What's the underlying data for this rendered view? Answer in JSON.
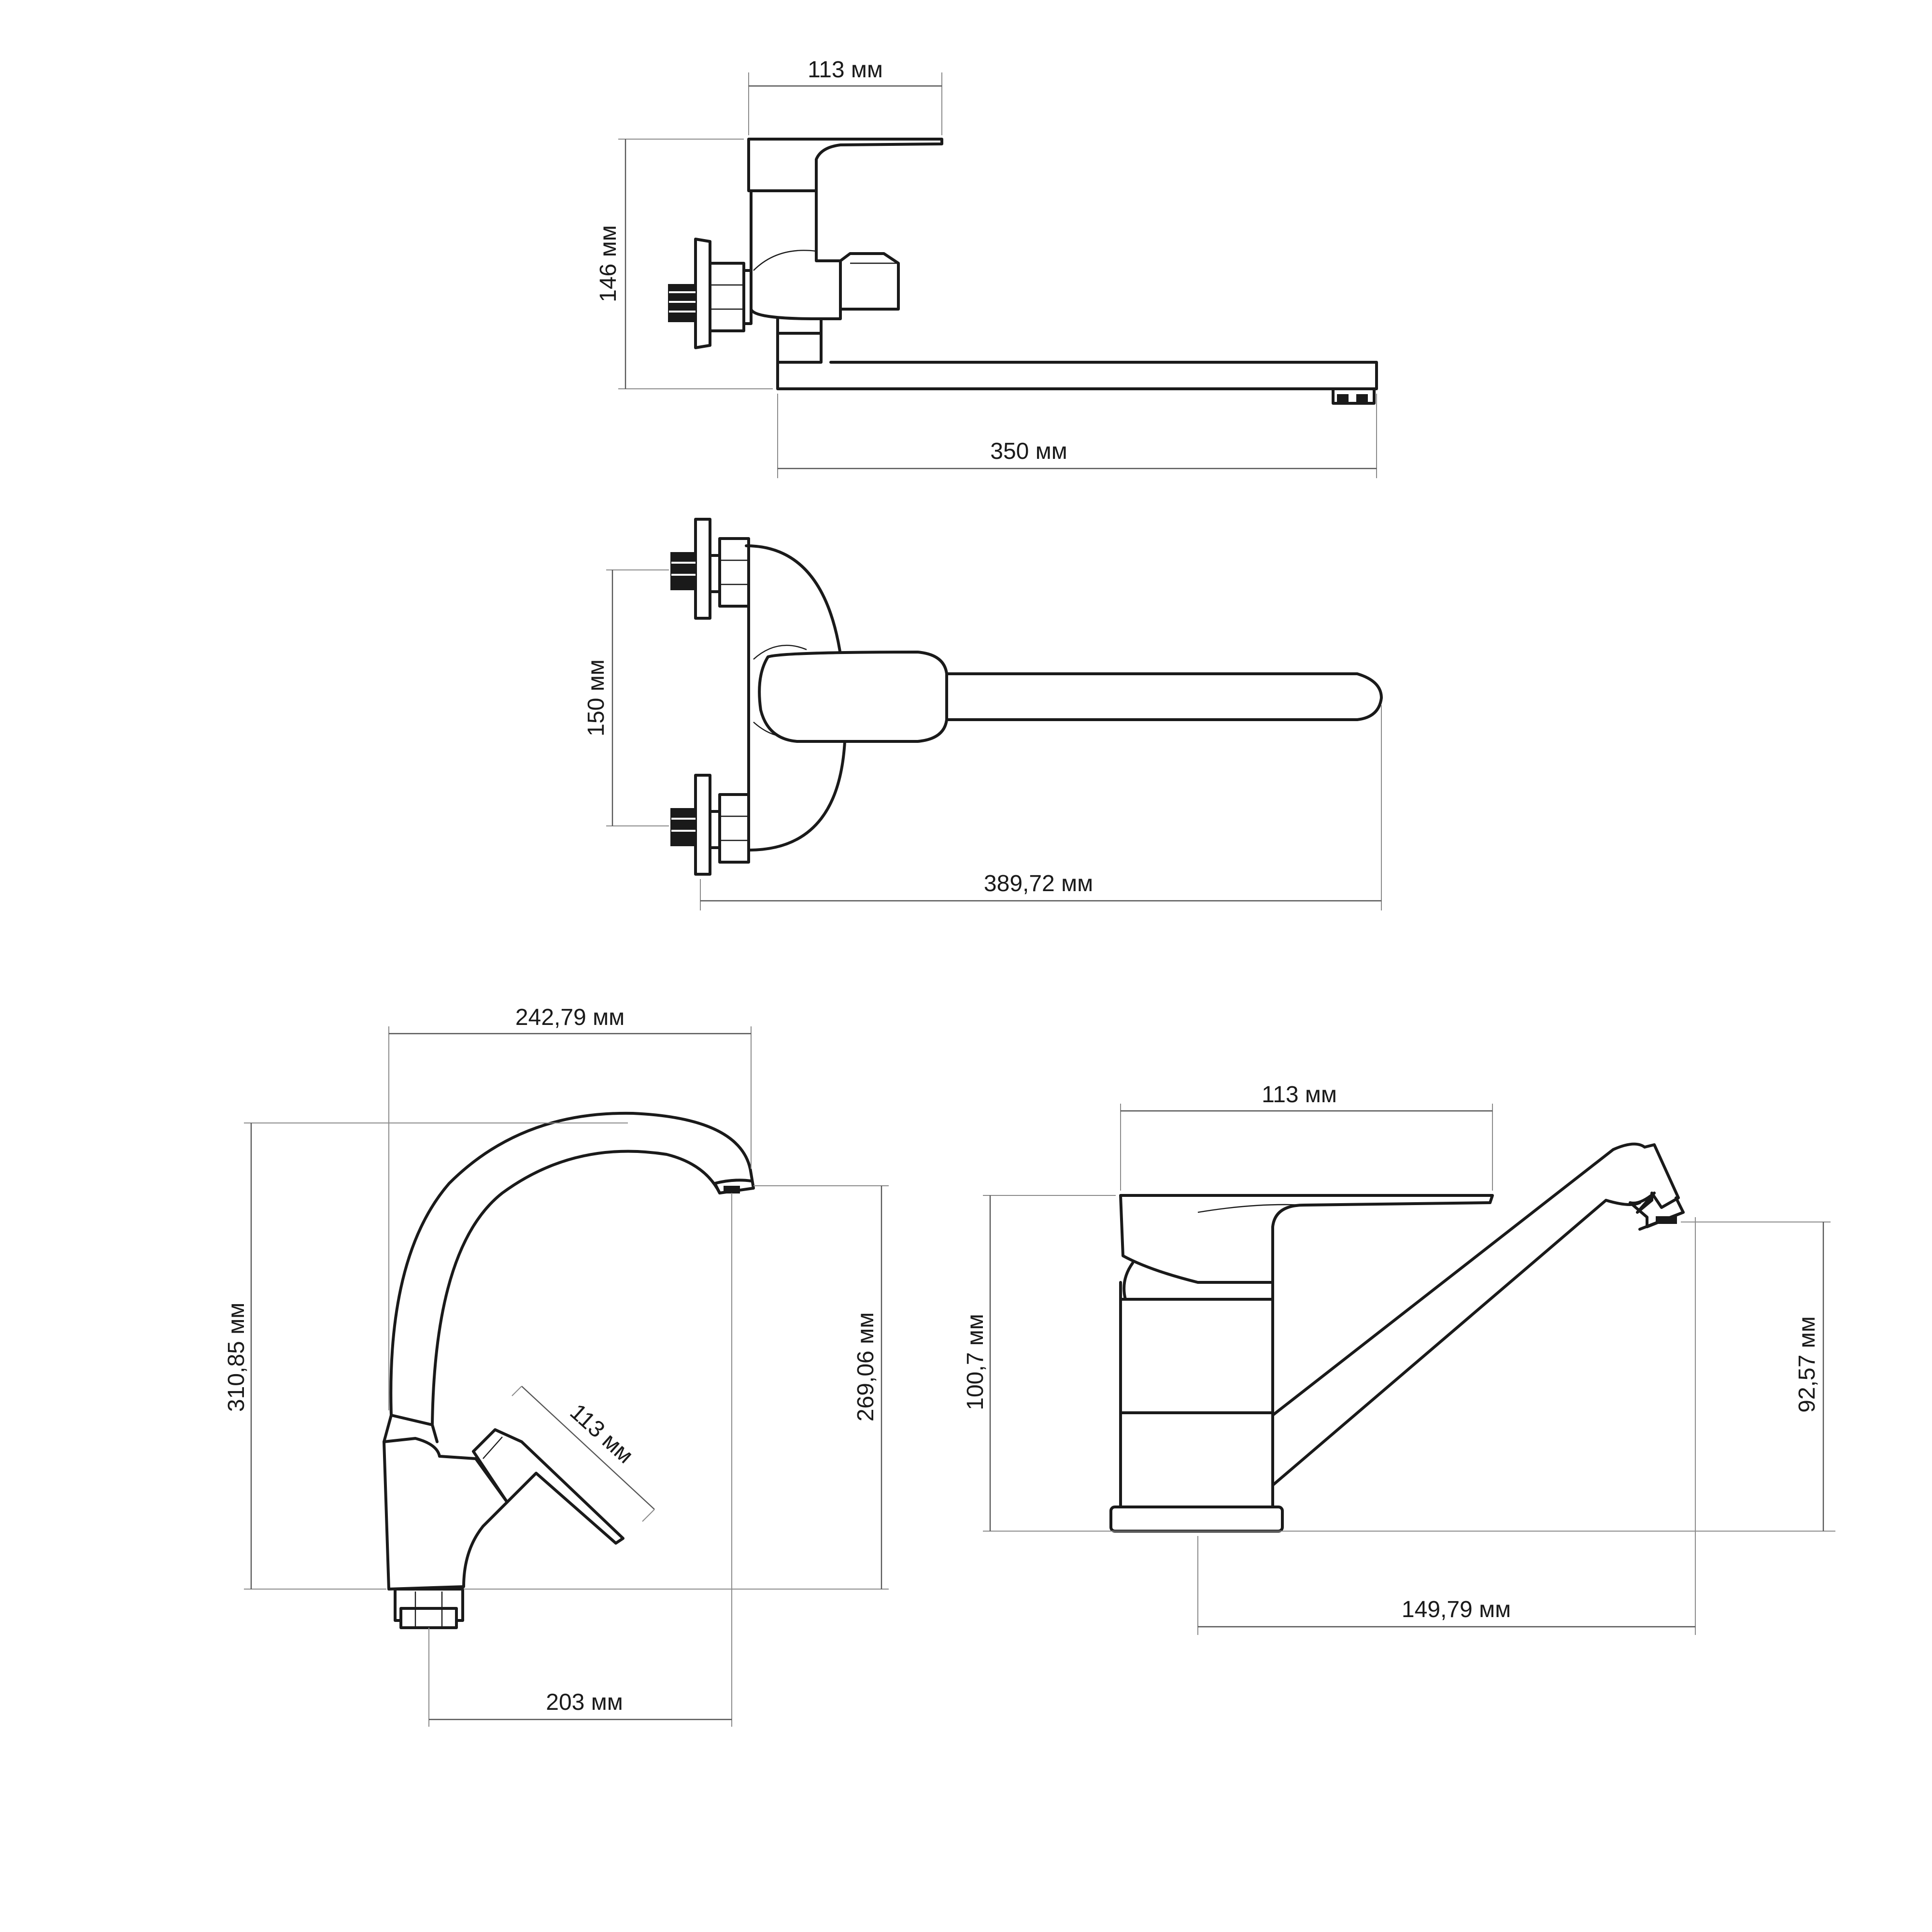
{
  "views": {
    "wall_side": {
      "width_label": "113 мм",
      "height_label": "146 мм",
      "spout_label": "350 мм"
    },
    "wall_top": {
      "spacing_label": "150 мм",
      "length_label": "389,72 мм"
    },
    "deck_swivel": {
      "width_label": "242,79 мм",
      "height_label": "310,85 мм",
      "spout_height_label": "269,06 мм",
      "handle_label": "113 мм",
      "reach_label": "203 мм"
    },
    "deck_short": {
      "handle_label": "113 мм",
      "height_label": "100,7 мм",
      "spout_height_label": "92,57 мм",
      "reach_label": "149,79 мм"
    }
  },
  "colors": {
    "line": "#1a1a1a",
    "dimension": "#555555",
    "background": "#ffffff"
  }
}
